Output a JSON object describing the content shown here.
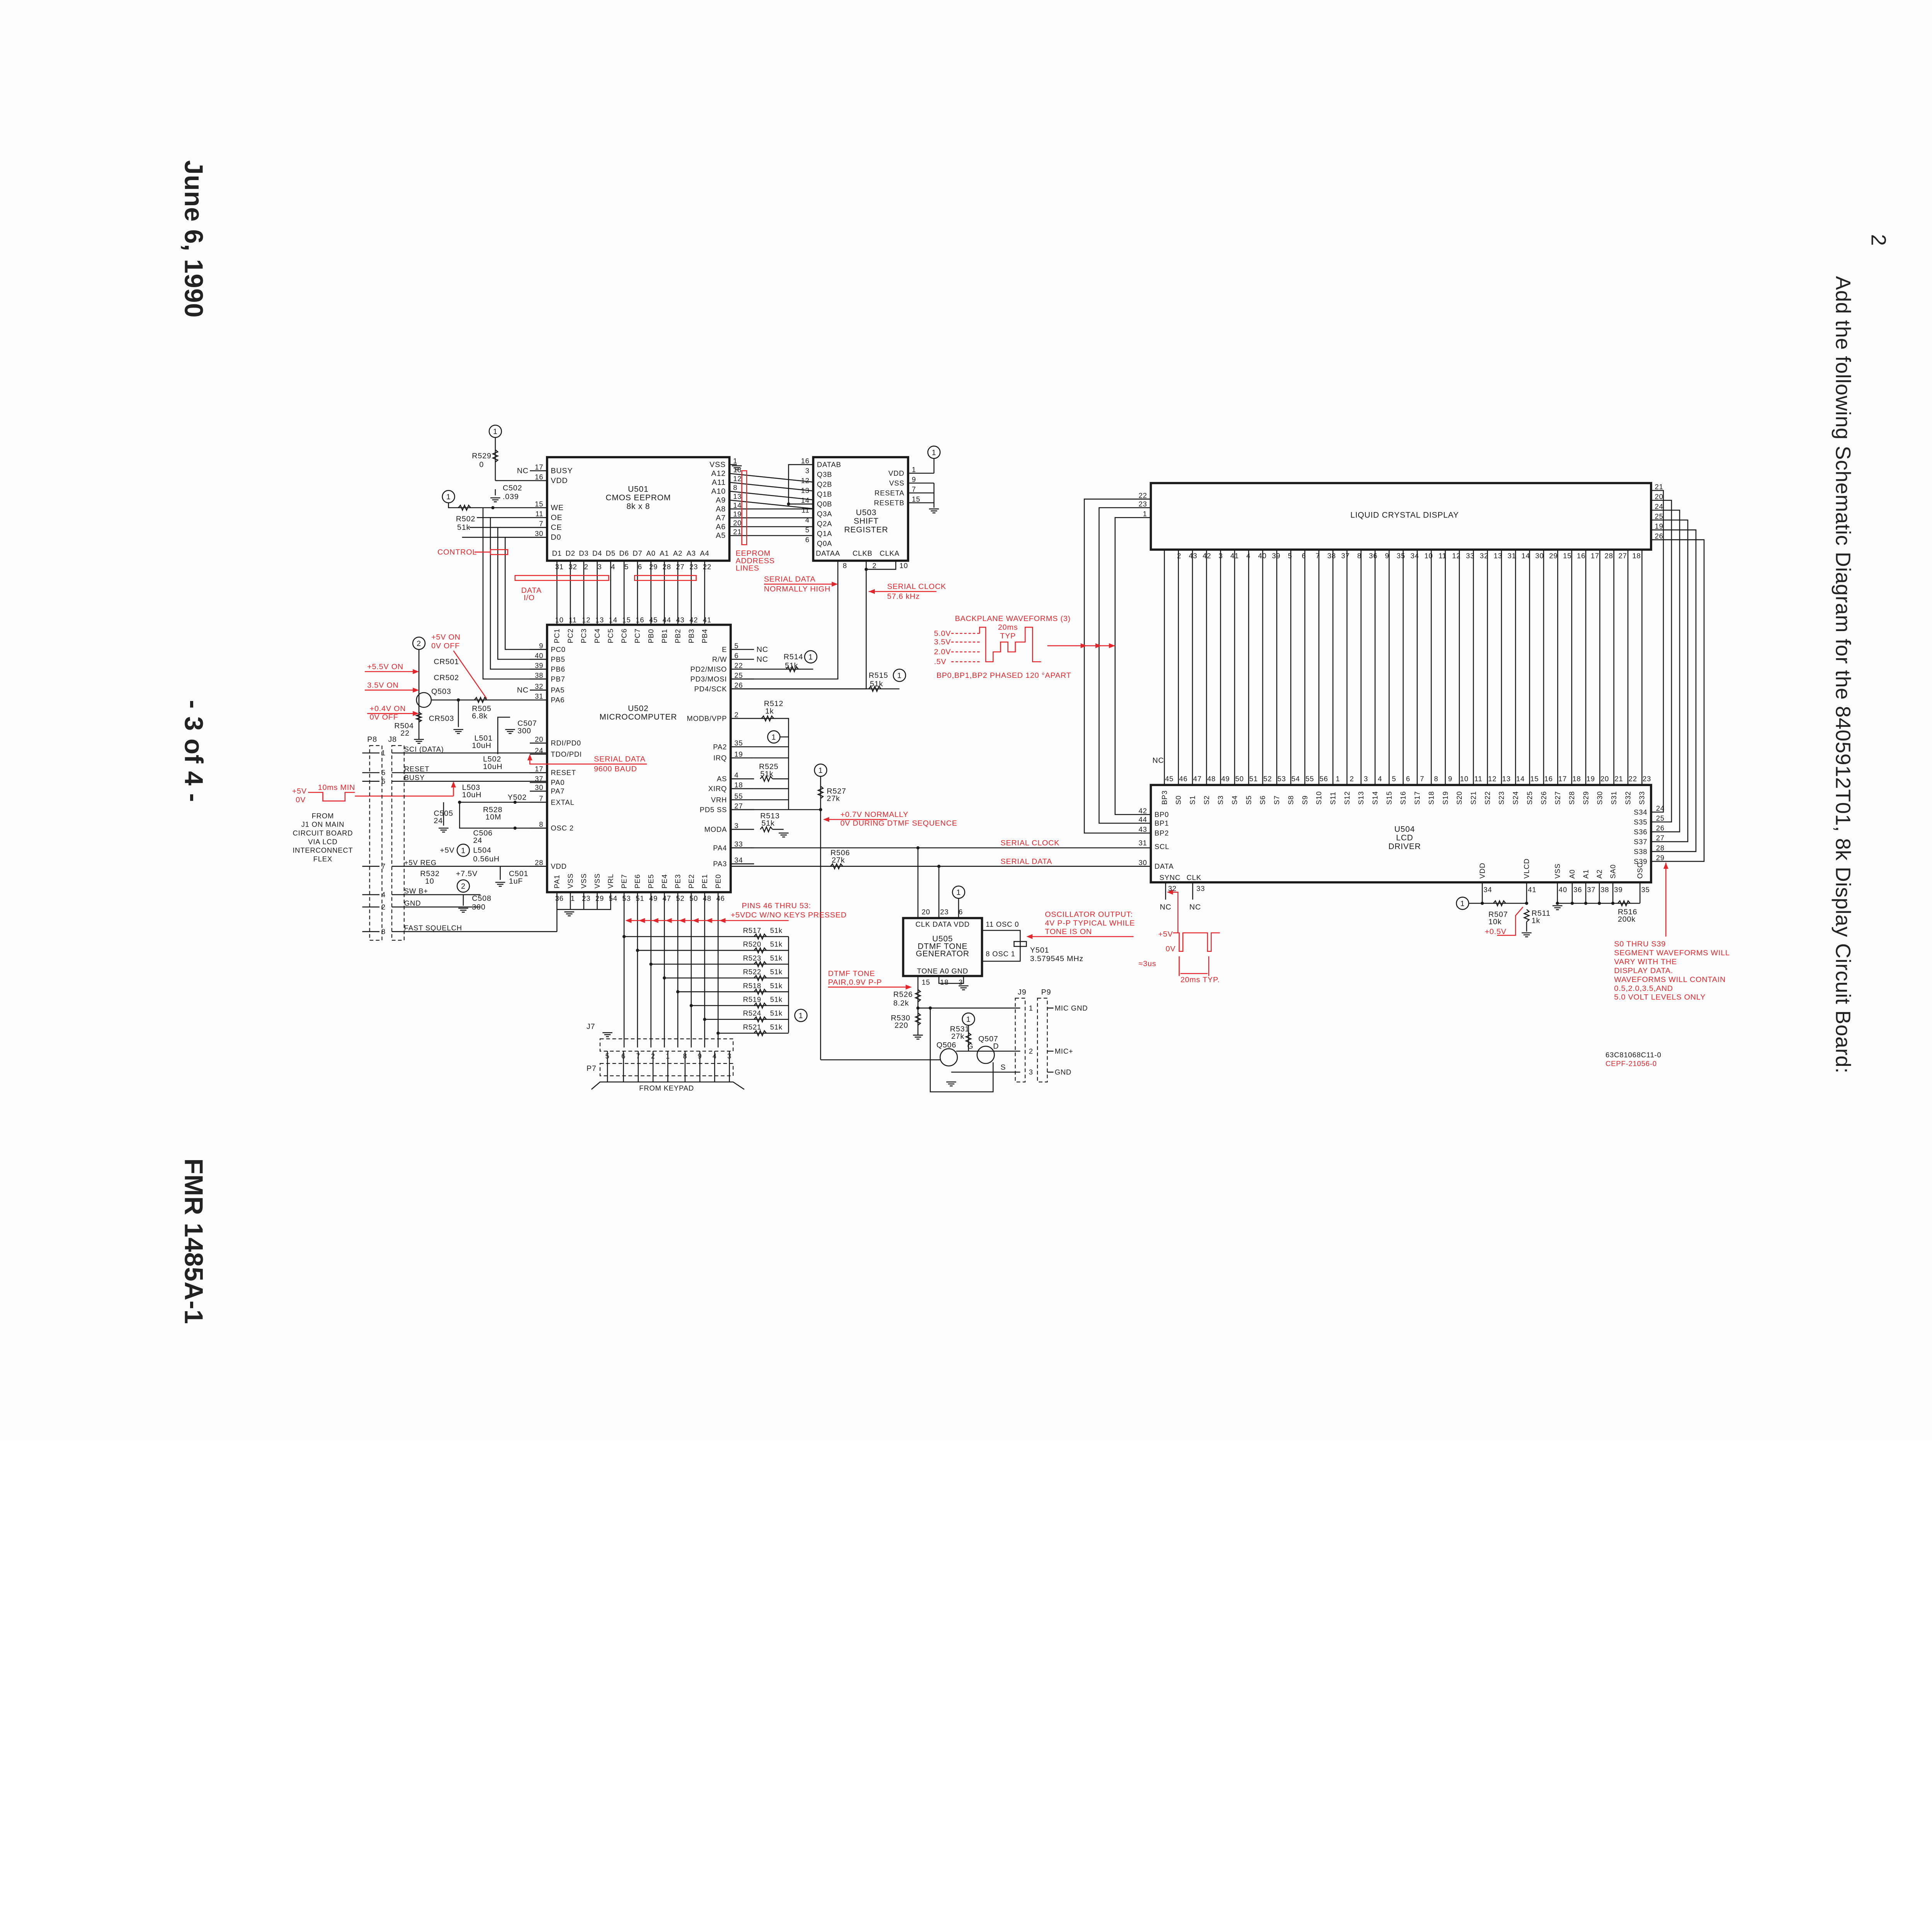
{
  "page": {
    "item_number": "2",
    "instruction": "Add the following Schematic Diagram for the 8405912T01, 8k Display Circuit Board:",
    "date": "June 6, 1990",
    "page_of": "- 3 of 4 -",
    "doc_id": "FMR 1485A-1"
  },
  "ref_symbols": {
    "one": "1",
    "two": "2"
  },
  "u501": {
    "ref": "U501",
    "line1": "CMOS EEPROM",
    "line2": "8k x 8",
    "left": [
      {
        "name": "BUSY",
        "pin": "17"
      },
      {
        "name": "VDD",
        "pin": "16"
      },
      {
        "name": "WE",
        "pin": "15"
      },
      {
        "name": "OE",
        "pin": "11"
      },
      {
        "name": "CE",
        "pin": "7"
      },
      {
        "name": "D0",
        "pin": "30"
      }
    ],
    "right": [
      {
        "name": "VSS",
        "pin": "1"
      },
      {
        "name": "A12",
        "pin": "18"
      },
      {
        "name": "A11",
        "pin": "12"
      },
      {
        "name": "A10",
        "pin": "8"
      },
      {
        "name": "A9",
        "pin": "13"
      },
      {
        "name": "A8",
        "pin": "14"
      },
      {
        "name": "A7",
        "pin": "19"
      },
      {
        "name": "A6",
        "pin": "20"
      },
      {
        "name": "A5",
        "pin": "21"
      }
    ],
    "bottom": [
      {
        "name": "D1",
        "pin": "31"
      },
      {
        "name": "D2",
        "pin": "32"
      },
      {
        "name": "D3",
        "pin": "2"
      },
      {
        "name": "D4",
        "pin": "3"
      },
      {
        "name": "D5",
        "pin": "4"
      },
      {
        "name": "D6",
        "pin": "5"
      },
      {
        "name": "D7",
        "pin": "6"
      },
      {
        "name": "A0",
        "pin": "29"
      },
      {
        "name": "A1",
        "pin": "28"
      },
      {
        "name": "A2",
        "pin": "27"
      },
      {
        "name": "A3",
        "pin": "23"
      },
      {
        "name": "A4",
        "pin": "22"
      }
    ],
    "nc": "NC",
    "r529": "R529",
    "r529_val": "0",
    "c502": "C502",
    "c502_val": ".039",
    "r502": "R502",
    "r502_val": "51k"
  },
  "u503": {
    "ref": "U503",
    "line1": "SHIFT",
    "line2": "REGISTER",
    "left": [
      {
        "name": "DATAB",
        "pin": "16"
      },
      {
        "name": "Q3B",
        "pin": "3"
      },
      {
        "name": "Q2B",
        "pin": "12"
      },
      {
        "name": "Q1B",
        "pin": "13"
      },
      {
        "name": "Q0B",
        "pin": "14"
      },
      {
        "name": "Q3A",
        "pin": "11"
      },
      {
        "name": "Q2A",
        "pin": "4"
      },
      {
        "name": "Q1A",
        "pin": "5"
      },
      {
        "name": "Q0A",
        "pin": "6"
      }
    ],
    "right": [
      {
        "name": "VDD",
        "pin": "1"
      },
      {
        "name": "VSS",
        "pin": "9"
      },
      {
        "name": "RESETA",
        "pin": "7"
      },
      {
        "name": "RESETB",
        "pin": "15"
      }
    ],
    "bottom": [
      {
        "name": "DATAA",
        "pin": "8"
      },
      {
        "name": "CLKB",
        "pin": "2"
      },
      {
        "name": "CLKA",
        "pin": "10"
      }
    ]
  },
  "u502": {
    "ref": "U502",
    "line1": "MICROCOMPUTER",
    "top": [
      {
        "name": "PC1",
        "pin": "10"
      },
      {
        "name": "PC2",
        "pin": "11"
      },
      {
        "name": "PC3",
        "pin": "12"
      },
      {
        "name": "PC4",
        "pin": "13"
      },
      {
        "name": "PC5",
        "pin": "14"
      },
      {
        "name": "PC6",
        "pin": "15"
      },
      {
        "name": "PC7",
        "pin": "16"
      },
      {
        "name": "PB0",
        "pin": "45"
      },
      {
        "name": "PB1",
        "pin": "44"
      },
      {
        "name": "PB2",
        "pin": "43"
      },
      {
        "name": "PB3",
        "pin": "42"
      },
      {
        "name": "PB4",
        "pin": "41"
      }
    ],
    "left": [
      {
        "name": "PC0",
        "pin": "9"
      },
      {
        "name": "PB5",
        "pin": "40"
      },
      {
        "name": "PB6",
        "pin": "39"
      },
      {
        "name": "PB7",
        "pin": "38"
      },
      {
        "name": "PA5",
        "pin": "32"
      },
      {
        "name": "PA6",
        "pin": "31"
      },
      {
        "name": "RDI/PD0",
        "pin": "20"
      },
      {
        "name": "TDO/PDI",
        "pin": "24"
      },
      {
        "name": "RESET",
        "pin": "17"
      },
      {
        "name": "PA0",
        "pin": "37"
      },
      {
        "name": "PA7",
        "pin": "30"
      },
      {
        "name": "EXTAL",
        "pin": "7"
      },
      {
        "name": "OSC 2",
        "pin": "8"
      },
      {
        "name": "VDD",
        "pin": "28"
      }
    ],
    "right": [
      {
        "name": "E",
        "pin": "5"
      },
      {
        "name": "R/W",
        "pin": "6"
      },
      {
        "name": "PD2/MISO",
        "pin": "22"
      },
      {
        "name": "PD3/MOSI",
        "pin": "25"
      },
      {
        "name": "PD4/SCK",
        "pin": "26"
      },
      {
        "name": "MODB/VPP",
        "pin": "2"
      },
      {
        "name": "PA2",
        "pin": "35"
      },
      {
        "name": "IRQ",
        "pin": "19"
      },
      {
        "name": "AS",
        "pin": "4"
      },
      {
        "name": "XIRQ",
        "pin": "18"
      },
      {
        "name": "VRH",
        "pin": "55"
      },
      {
        "name": "PD5 SS",
        "pin": "27"
      },
      {
        "name": "MODA",
        "pin": "3"
      },
      {
        "name": "PA4",
        "pin": "33"
      },
      {
        "name": "PA3",
        "pin": "34"
      }
    ],
    "bottom": [
      {
        "name": "PA1",
        "pin": "36"
      },
      {
        "name": "VSS",
        "pin": "1"
      },
      {
        "name": "VSS",
        "pin": "23"
      },
      {
        "name": "VSS",
        "pin": "29"
      },
      {
        "name": "VRL",
        "pin": "54"
      },
      {
        "name": "PE7",
        "pin": "53"
      },
      {
        "name": "PE6",
        "pin": "51"
      },
      {
        "name": "PE5",
        "pin": "49"
      },
      {
        "name": "PE4",
        "pin": "47"
      },
      {
        "name": "PE3",
        "pin": "52"
      },
      {
        "name": "PE2",
        "pin": "50"
      },
      {
        "name": "PE1",
        "pin": "48"
      },
      {
        "name": "PE0",
        "pin": "46"
      }
    ],
    "nc": "NC",
    "r514": "R514",
    "r514_val": "51k",
    "r515": "R515",
    "r515_val": "51k",
    "r512": "R512",
    "r512_val": "1k",
    "r525": "R525",
    "r525_val": "51k",
    "r513": "R513",
    "r513_val": "51k",
    "r527": "R527",
    "r527_val": "27k",
    "r506": "R506",
    "r506_val": "27k"
  },
  "lcd": {
    "title": "LIQUID CRYSTAL DISPLAY",
    "left_pins": [
      "22",
      "23",
      "1"
    ],
    "right_pins": [
      "21",
      "20",
      "24",
      "25",
      "19",
      "26"
    ],
    "bottom_pins": [
      "2",
      "43",
      "42",
      "3",
      "41",
      "4",
      "40",
      "39",
      "5",
      "6",
      "7",
      "38",
      "37",
      "8",
      "36",
      "9",
      "35",
      "34",
      "10",
      "11",
      "12",
      "33",
      "32",
      "13",
      "31",
      "14",
      "30",
      "29",
      "15",
      "16",
      "17",
      "28",
      "27",
      "18"
    ]
  },
  "u504": {
    "ref": "U504",
    "line1": "LCD",
    "line2": "DRIVER",
    "nc": "NC",
    "top": [
      {
        "name": "BP3",
        "pin": "45"
      },
      {
        "name": "S0",
        "pin": "46"
      },
      {
        "name": "S1",
        "pin": "47"
      },
      {
        "name": "S2",
        "pin": "48"
      },
      {
        "name": "S3",
        "pin": "49"
      },
      {
        "name": "S4",
        "pin": "50"
      },
      {
        "name": "S5",
        "pin": "51"
      },
      {
        "name": "S6",
        "pin": "52"
      },
      {
        "name": "S7",
        "pin": "53"
      },
      {
        "name": "S8",
        "pin": "54"
      },
      {
        "name": "S9",
        "pin": "55"
      },
      {
        "name": "S10",
        "pin": "56"
      },
      {
        "name": "S11",
        "pin": "1"
      },
      {
        "name": "S12",
        "pin": "2"
      },
      {
        "name": "S13",
        "pin": "3"
      },
      {
        "name": "S14",
        "pin": "4"
      },
      {
        "name": "S15",
        "pin": "5"
      },
      {
        "name": "S16",
        "pin": "6"
      },
      {
        "name": "S17",
        "pin": "7"
      },
      {
        "name": "S18",
        "pin": "8"
      },
      {
        "name": "S19",
        "pin": "9"
      },
      {
        "name": "S20",
        "pin": "10"
      },
      {
        "name": "S21",
        "pin": "11"
      },
      {
        "name": "S22",
        "pin": "12"
      },
      {
        "name": "S23",
        "pin": "13"
      },
      {
        "name": "S24",
        "pin": "14"
      },
      {
        "name": "S25",
        "pin": "15"
      },
      {
        "name": "S26",
        "pin": "16"
      },
      {
        "name": "S27",
        "pin": "17"
      },
      {
        "name": "S28",
        "pin": "18"
      },
      {
        "name": "S29",
        "pin": "19"
      },
      {
        "name": "S30",
        "pin": "20"
      },
      {
        "name": "S31",
        "pin": "21"
      },
      {
        "name": "S32",
        "pin": "22"
      },
      {
        "name": "S33",
        "pin": "23"
      }
    ],
    "left": [
      {
        "name": "BP0",
        "pin": "42"
      },
      {
        "name": "BP1",
        "pin": "44"
      },
      {
        "name": "BP2",
        "pin": "43"
      },
      {
        "name": "SCL",
        "pin": "31"
      },
      {
        "name": "DATA",
        "pin": "30"
      }
    ],
    "right": [
      {
        "name": "S34",
        "pin": "24"
      },
      {
        "name": "S35",
        "pin": "25"
      },
      {
        "name": "S36",
        "pin": "26"
      },
      {
        "name": "S37",
        "pin": "27"
      },
      {
        "name": "S38",
        "pin": "28"
      },
      {
        "name": "S39",
        "pin": "29"
      }
    ],
    "sync": "SYNC",
    "clk": "CLK",
    "sync_pin": "32",
    "clk_pin": "33",
    "bottom": [
      {
        "name": "VDD",
        "pin": "34"
      },
      {
        "name": "VLCD",
        "pin": "41"
      },
      {
        "name": "VSS",
        "pin": "40"
      },
      {
        "name": "A0",
        "pin": "36"
      },
      {
        "name": "A1",
        "pin": "37"
      },
      {
        "name": "A2",
        "pin": "38"
      },
      {
        "name": "SA0",
        "pin": "39"
      },
      {
        "name": "OSC",
        "pin": "35"
      }
    ],
    "r507": "R507",
    "r507_val": "10k",
    "r511": "R511",
    "r511_val": "1k",
    "r516": "R516",
    "r516_val": "200k"
  },
  "power": {
    "cr501": "CR501",
    "cr502": "CR502",
    "cr503": "CR503",
    "q503": "Q503",
    "r504": "R504",
    "r504_val": "22",
    "r505": "R505",
    "r505_val": "6.8k",
    "c507": "C507",
    "c507_val": "300",
    "l501": "L501",
    "l501_val": "10uH",
    "l502": "L502",
    "l502_val": "10uH",
    "l503": "L503",
    "l503_val": "10uH",
    "y502": "Y502",
    "r528": "R528",
    "r528_val": "10M",
    "c505": "C505",
    "c505_val": "24",
    "c506": "C506",
    "c506_val": "24",
    "plus5v": "+5V",
    "l504": "L504",
    "l504_val": "0.56uH",
    "r532": "R532",
    "r532_val": "10",
    "plus7_5v": "+7.5V",
    "c501": "C501",
    "c501_val": "1uF",
    "c508": "C508",
    "c508_val": "300"
  },
  "connector_p8": {
    "p8": "P8",
    "j8": "J8",
    "signals": [
      {
        "name": "SCI (DATA)",
        "pin": "1"
      },
      {
        "name": "RESET",
        "pin": "5"
      },
      {
        "name": "BUSY",
        "pin": "6"
      },
      {
        "name": "+5V REG",
        "pin": "7"
      },
      {
        "name": "SW B+",
        "pin": "4"
      },
      {
        "name": "GND",
        "pin": "2"
      },
      {
        "name": "FAST SQUELCH",
        "pin": "8"
      }
    ],
    "from_note": [
      "FROM",
      "J1 ON MAIN",
      "CIRCUIT BOARD",
      "VIA LCD",
      "INTERCONNECT",
      "FLEX"
    ]
  },
  "keypad": {
    "resistors": [
      {
        "ref": "R517",
        "val": "51k"
      },
      {
        "ref": "R520",
        "val": "51k"
      },
      {
        "ref": "R523",
        "val": "51k"
      },
      {
        "ref": "R522",
        "val": "51k"
      },
      {
        "ref": "R518",
        "val": "51k"
      },
      {
        "ref": "R519",
        "val": "51k"
      },
      {
        "ref": "R524",
        "val": "51k"
      },
      {
        "ref": "R521",
        "val": "51k"
      }
    ],
    "j7": "J7",
    "p7": "P7",
    "pins": [
      "5",
      "6",
      "7",
      "2",
      "1",
      "8",
      "9",
      "4",
      "3"
    ],
    "from_label": "FROM KEYPAD"
  },
  "dtmf": {
    "ref": "U505",
    "line1": "DTMF TONE",
    "line2": "GENERATOR",
    "top_labels": "CLK  DATA  VDD",
    "bottom_labels": "TONE A0   GND",
    "top_pins": [
      "20",
      "23",
      "6"
    ],
    "bottom_pins": [
      "15",
      "18",
      "3"
    ],
    "osc0": "11 OSC 0",
    "osc1": "8 OSC 1",
    "y501": "Y501",
    "y501_val": "3.579545 MHz",
    "r526": "R526",
    "r526_val": "8.2k",
    "r530": "R530",
    "r530_val": "220",
    "r531": "R531",
    "r531_val": "27k",
    "q506": "Q506",
    "q507": "Q507",
    "g": "G",
    "d": "D",
    "s": "S",
    "j9": "J9",
    "p9": "P9",
    "mic": [
      {
        "pin": "1",
        "name": "MIC GND"
      },
      {
        "pin": "2",
        "name": "MIC+"
      },
      {
        "pin": "3",
        "name": "GND"
      }
    ],
    "nc": "NC"
  },
  "annotations": {
    "control": "CONTROL",
    "data_io": [
      "DATA",
      "I/O"
    ],
    "eeprom_lines": [
      "EEPROM",
      "ADDRESS",
      "LINES"
    ],
    "serial_data_high": [
      "SERIAL DATA",
      "NORMALLY HIGH"
    ],
    "serial_clock_freq": [
      "SERIAL CLOCK",
      "57.6 kHz"
    ],
    "serial_data_baud": [
      "SERIAL DATA",
      "9600 BAUD"
    ],
    "v5_on_off": [
      "+5V ON",
      "0V OFF"
    ],
    "v55_on": "+5.5V ON",
    "v35_on": "3.5V ON",
    "v04_on_off": [
      "+0.4V ON",
      "0V OFF"
    ],
    "busy_pulse": {
      "high": "+5V",
      "low": "0V",
      "width": "10ms MIN"
    },
    "backplane": {
      "title": "BACKPLANE WAVEFORMS (3)",
      "levels": [
        "5.0V",
        "3.5V",
        "2.0V",
        ".5V"
      ],
      "period": [
        "20ms",
        "TYP"
      ],
      "phase": "BP0,BP1,BP2 PHASED 120 °APART"
    },
    "pd5_note": [
      "+0.7V NORMALLY",
      "0V DURING DTMF SEQUENCE"
    ],
    "serial_clock": "SERIAL CLOCK",
    "serial_data": "SERIAL DATA",
    "pins_note": [
      "PINS 46 THRU 53:",
      "+5VDC W/NO KEYS PRESSED"
    ],
    "dtmf_tone": [
      "DTMF TONE",
      "PAIR,0.9V P-P"
    ],
    "osc_output": [
      "OSCILLATOR OUTPUT:",
      "4V P-P TYPICAL WHILE",
      "TONE IS ON"
    ],
    "osc_wave": {
      "high": "+5V",
      "low": "0V",
      "pulse": "≈3us",
      "period": "20ms TYP."
    },
    "vlcd": "+0.5V",
    "segment_note": [
      "S0 THRU S39",
      "SEGMENT WAVEFORMS WILL",
      "VARY WITH THE",
      "DISPLAY DATA.",
      "WAVEFORMS WILL CONTAIN",
      "0.5,2.0,3.5,AND",
      "5.0 VOLT LEVELS ONLY"
    ]
  },
  "drawing_numbers": {
    "schematic": "63C81068C11-0",
    "cepf": "CEPF-21056-0"
  },
  "colors": {
    "ink": "#1a1a1a",
    "annotation_red": "#e3262b",
    "paper": "#fdfdfd"
  }
}
